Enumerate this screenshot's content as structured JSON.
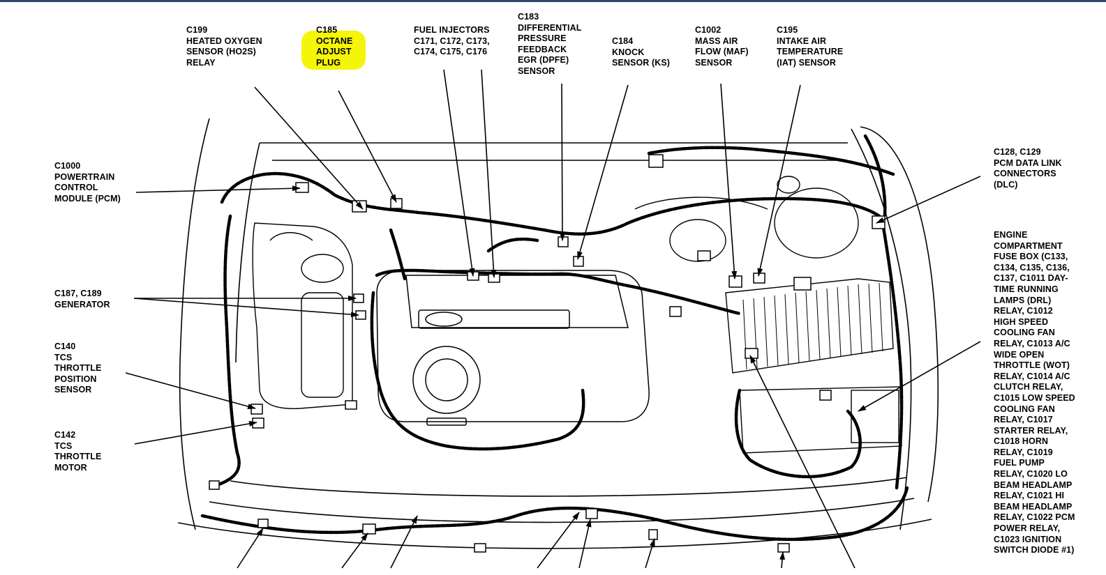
{
  "labels": {
    "c199": "C199\nHEATED OXYGEN\nSENSOR (HO2S)\nRELAY",
    "c185": "C185\nOCTANE\nADJUST\nPLUG",
    "injectors": "FUEL INJECTORS\nC171, C172, C173,\nC174, C175, C176",
    "c183": "C183\nDIFFERENTIAL\nPRESSURE\nFEEDBACK\nEGR (DPFE)\nSENSOR",
    "c184": "C184\nKNOCK\nSENSOR (KS)",
    "c1002": "C1002\nMASS AIR\nFLOW (MAF)\nSENSOR",
    "c195": "C195\nINTAKE AIR\nTEMPERATURE\n(IAT) SENSOR",
    "c1000": "C1000\nPOWERTRAIN\nCONTROL\nMODULE (PCM)",
    "c187": "C187, C189\nGENERATOR",
    "c140": "C140\nTCS\nTHROTTLE\nPOSITION\nSENSOR",
    "c142": "C142\nTCS\nTHROTTLE\nMOTOR",
    "c128": "C128, C129\nPCM DATA LINK\nCONNECTORS\n(DLC)",
    "fusebox": "ENGINE\nCOMPARTMENT\nFUSE BOX (C133,\nC134, C135, C136,\nC137, C1011 DAY-\nTIME RUNNING\nLAMPS (DRL)\nRELAY, C1012\nHIGH SPEED\nCOOLING FAN\nRELAY, C1013 A/C\nWIDE OPEN\nTHROTTLE (WOT)\nRELAY, C1014 A/C\nCLUTCH RELAY,\nC1015 LOW SPEED\nCOOLING FAN\nRELAY, C1017\nSTARTER RELAY,\nC1018 HORN\nRELAY, C1019\nFUEL PUMP\nRELAY, C1020 LO\nBEAM HEADLAMP\nRELAY, C1021 HI\nBEAM HEADLAMP\nRELAY, C1022 PCM\nPOWER RELAY,\nC1023 IGNITION\nSWITCH DIODE #1)"
  },
  "highlight_color": "#f5f50a",
  "line_color": "#000000"
}
